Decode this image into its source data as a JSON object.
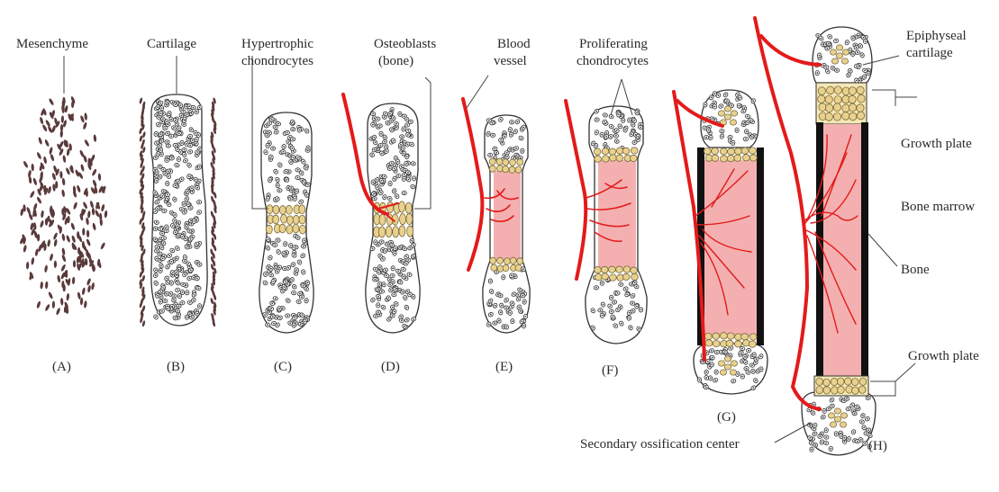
{
  "figure": {
    "labels": {
      "mesenchyme": "Mesenchyme",
      "cartilage": "Cartilage",
      "hypertrophic_1": "Hypertrophic",
      "hypertrophic_2": "chondrocytes",
      "osteoblasts_1": "Osteoblasts",
      "osteoblasts_2": "(bone)",
      "blood_1": "Blood",
      "blood_2": "vessel",
      "proliferating_1": "Proliferating",
      "proliferating_2": "chondrocytes",
      "epiphyseal_1": "Epiphyseal",
      "epiphyseal_2": "cartilage",
      "growth_plate_top": "Growth plate",
      "bone_marrow": "Bone marrow",
      "bone": "Bone",
      "growth_plate_bottom": "Growth plate",
      "secondary_ossification": "Secondary ossification center"
    },
    "stages": [
      "(A)",
      "(B)",
      "(C)",
      "(D)",
      "(E)",
      "(F)",
      "(G)",
      "(H)"
    ],
    "colors": {
      "blood_vessel": "#e41a1a",
      "marrow": "#f4b0b0",
      "chondrocyte_cluster": "#e8d18f",
      "bone_collar": "#111111",
      "cell": "#5a3a3a"
    }
  }
}
